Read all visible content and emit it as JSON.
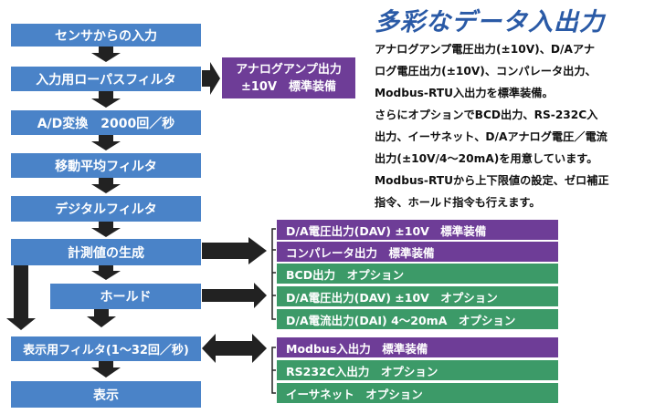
{
  "title": "多彩なデータ入出力",
  "description": [
    "アナログアンプ電圧出力(±10V)、D/Aアナ",
    "ログ電圧出力(±10V)、コンパレータ出力、",
    "Modbus-RTU入出力を標準装備。",
    "さらにオプションでBCD出力、RS-232C入",
    "出力、イーサネット、D/Aアナログ電圧／電流",
    "出力(±10V/4〜20mA)を用意しています。",
    "Modbus-RTUから上下限値の設定、ゼロ補正",
    "指令、ホールド指令も行えます。"
  ],
  "flow": {
    "sensor_input": "センサからの入力",
    "lowpass_filter": "入力用ローパスフィルタ",
    "ad_conversion": "A/D変換　2000回／秒",
    "moving_average": "移動平均フィルタ",
    "digital_filter": "デジタルフィルタ",
    "measurement": "計測値の生成",
    "hold": "ホールド",
    "display_filter": "表示用フィルタ(1〜32回／秒)",
    "display": "表示"
  },
  "analog_amp": [
    "アナログアンプ出力",
    "±10V　標準装備"
  ],
  "outputs": [
    {
      "label": "D/A電圧出力(DAV) ±10V　標準装備",
      "color": "#6e3d97"
    },
    {
      "label": "コンパレータ出力　標準装備",
      "color": "#6e3d97"
    },
    {
      "label": "BCD出力　オプション",
      "color": "#3c9a68"
    },
    {
      "label": "D/A電圧出力(DAV) ±10V　オプション",
      "color": "#3c9a68"
    },
    {
      "label": "D/A電流出力(DAI) 4〜20mA　オプション",
      "color": "#3c9a68"
    }
  ],
  "comms": [
    {
      "label": "Modbus入出力　標準装備",
      "color": "#6e3d97"
    },
    {
      "label": "RS232C入出力　オプション",
      "color": "#3c9a68"
    },
    {
      "label": "イーサネット　オプション",
      "color": "#3c9a68"
    }
  ],
  "colors": {
    "flow_box": "#4a83c8",
    "standard": "#6e3d97",
    "option": "#3c9a68",
    "arrow": "#222222",
    "title": "#2a5aa6"
  }
}
